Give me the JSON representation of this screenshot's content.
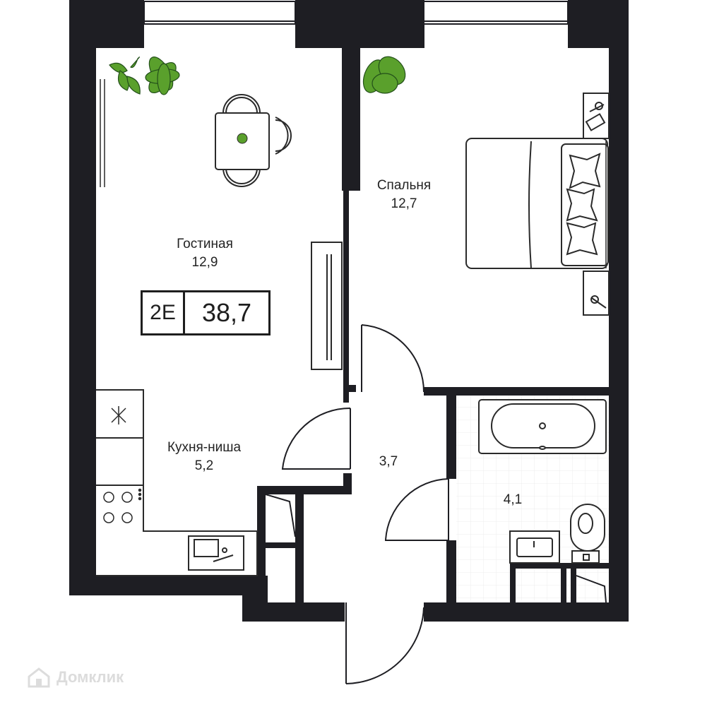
{
  "plan": {
    "unit_code": "2E",
    "total_area": "38,7",
    "rooms": [
      {
        "id": "living",
        "name": "Гостиная",
        "area": "12,9"
      },
      {
        "id": "bedroom",
        "name": "Спальня",
        "area": "12,7"
      },
      {
        "id": "kitchen",
        "name": "Кухня-ниша",
        "area": "5,2"
      },
      {
        "id": "hall",
        "name": "",
        "area": "3,7"
      },
      {
        "id": "bathroom",
        "name": "",
        "area": "4,1"
      }
    ]
  },
  "watermark": {
    "text": "Домклик"
  },
  "colors": {
    "wall": "#1e1e23",
    "plant": "#5aa02c",
    "line": "#2a2a2a",
    "tile": "#eeeeee"
  }
}
